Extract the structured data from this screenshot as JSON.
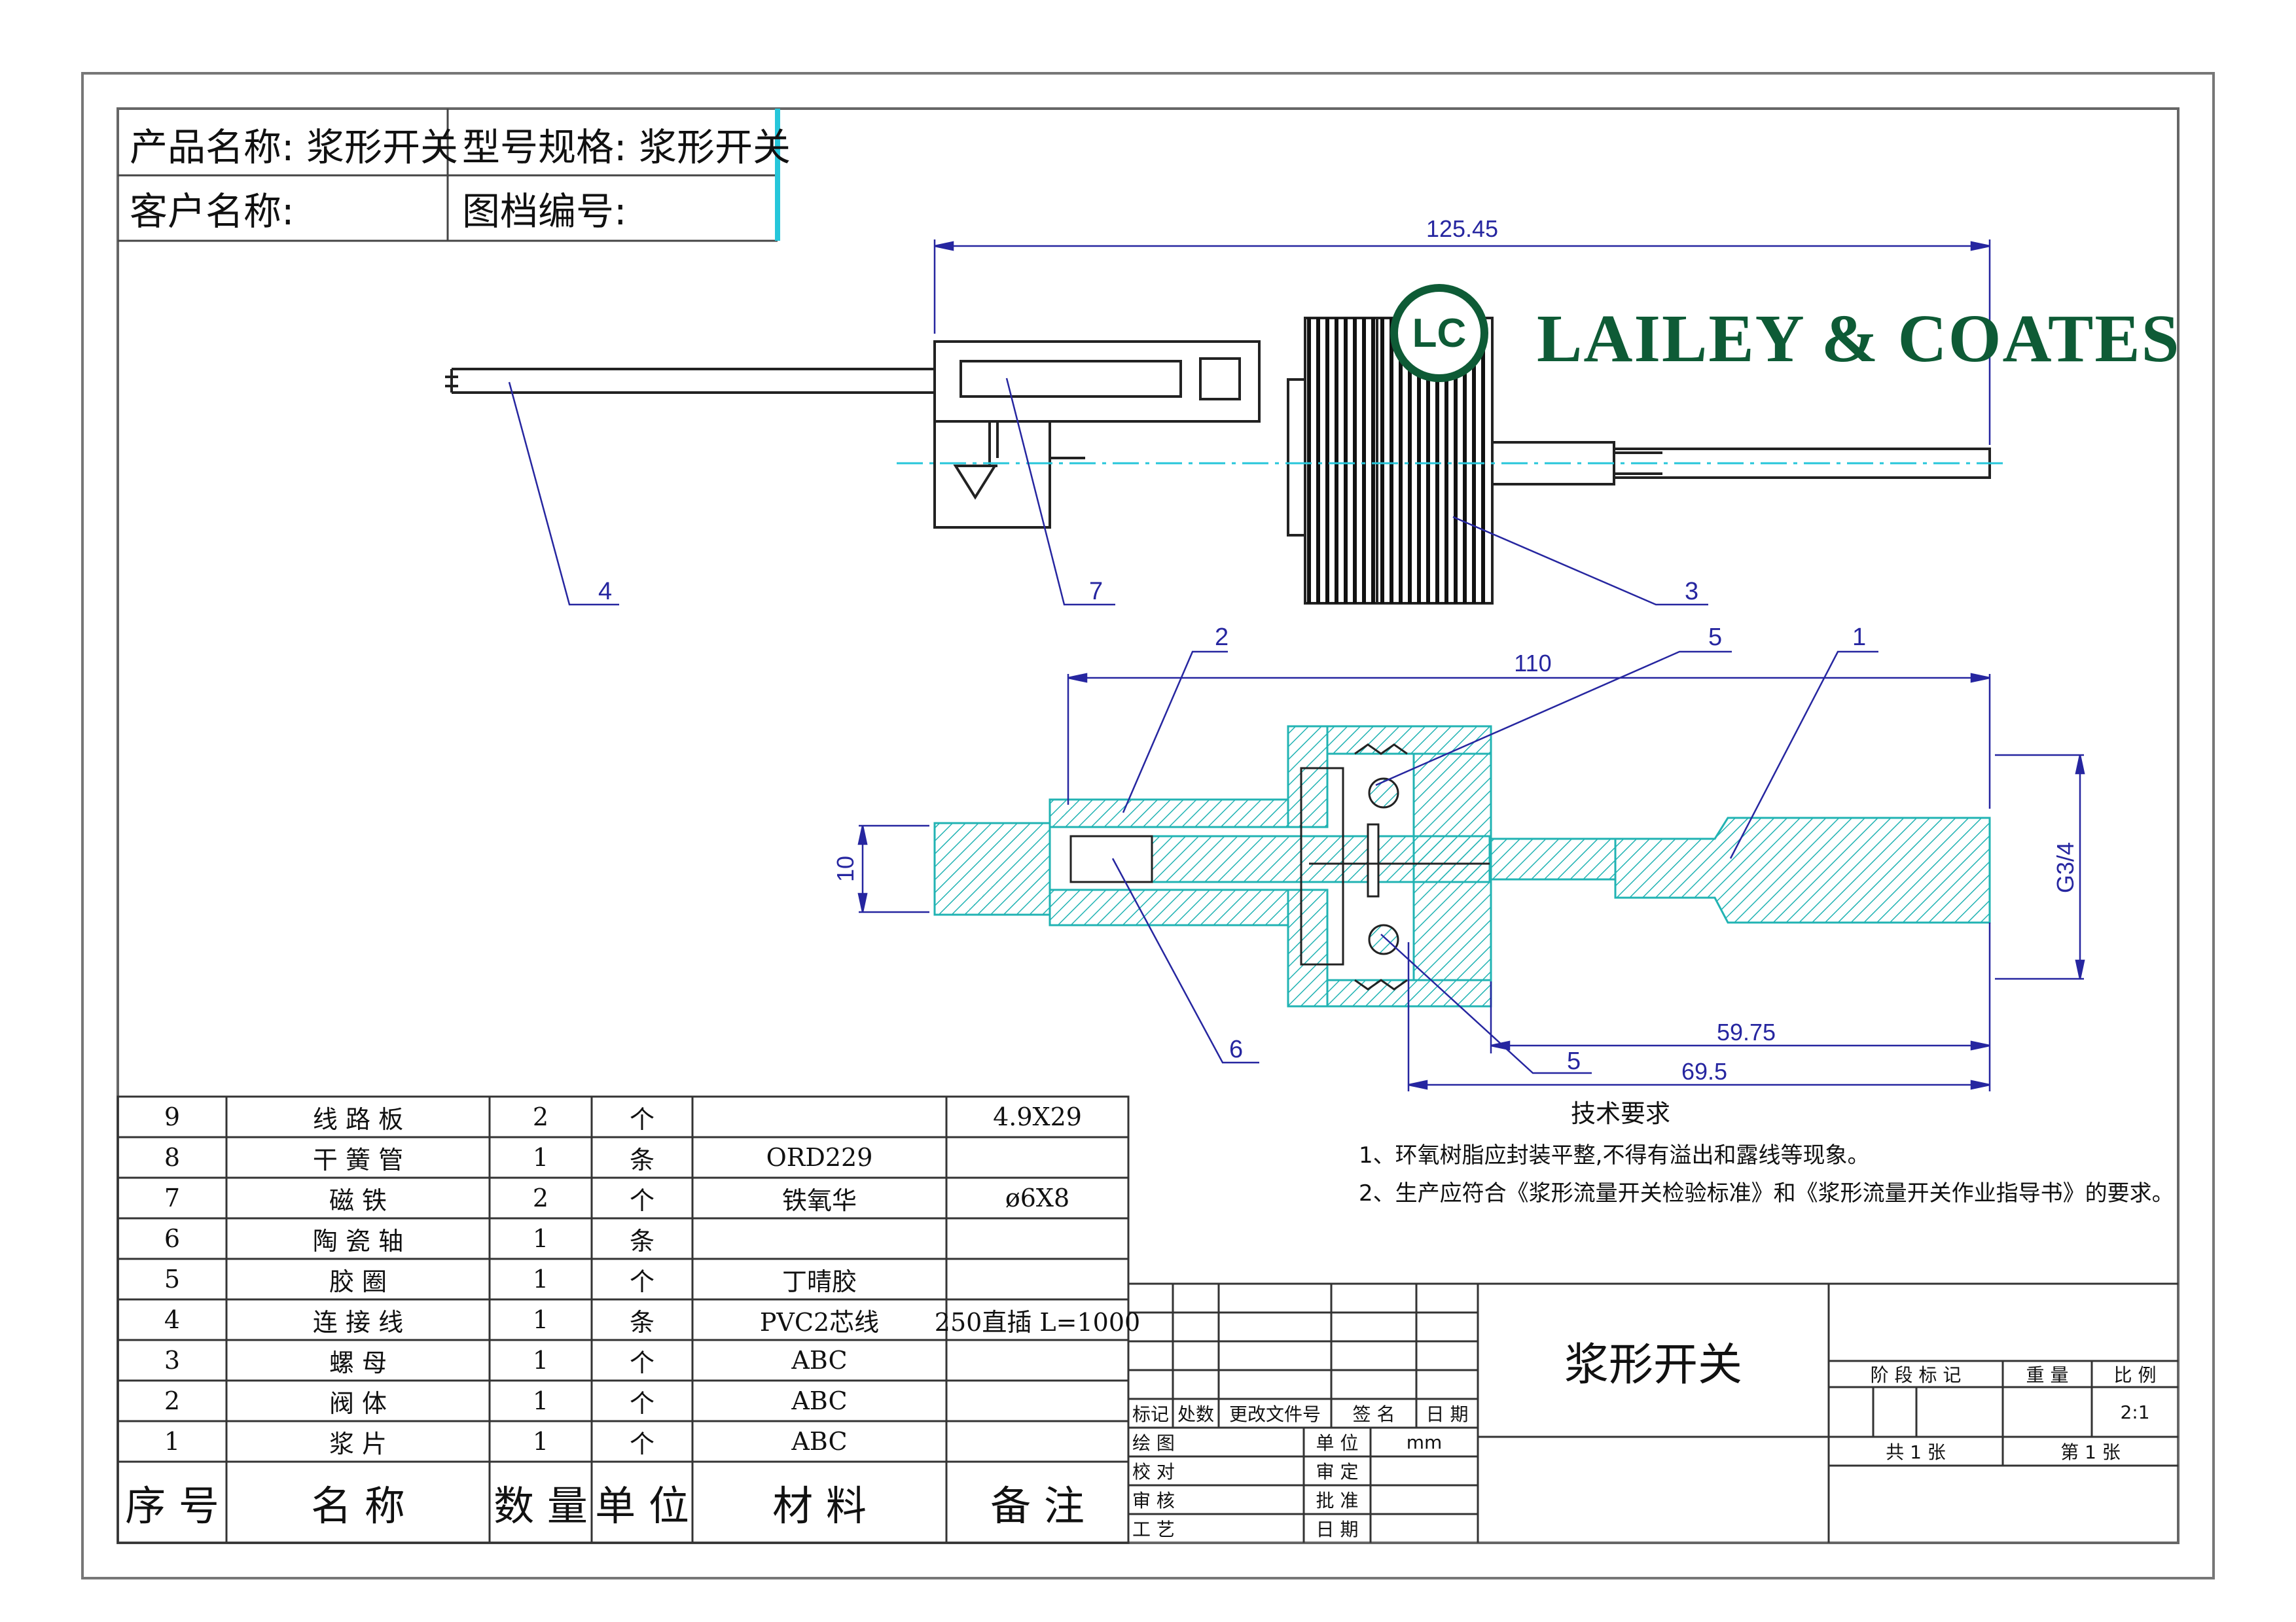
{
  "header": {
    "product_name": "产品名称:  浆形开关",
    "model_spec": "型号规格: 浆形开关",
    "customer_name": "客户名称:",
    "drawing_no": "图档编号:"
  },
  "logo": {
    "text": "LAILEY & COATES",
    "mark": "LC",
    "color": "#0e5b36"
  },
  "dimensions": {
    "overall_length": "125.45",
    "body_length": "110",
    "shaft_dia": "10",
    "thread": "G3/4",
    "paddle_length": "59.75",
    "thread_to_end": "69.5",
    "oring_ref": "5"
  },
  "callouts": {
    "top": [
      "4",
      "7",
      "3"
    ],
    "section": [
      "2",
      "5",
      "1",
      "6"
    ]
  },
  "tech_requirements": {
    "title": "技术要求",
    "items": [
      "1、环氧树脂应封装平整,不得有溢出和露线等现象。",
      "2、生产应符合《浆形流量开关检验标准》和《浆形流量开关作业指导书》的要求。"
    ]
  },
  "bom": {
    "rows": [
      {
        "no": "9",
        "name": "线 路 板",
        "qty": "2",
        "unit": "个",
        "material": "",
        "remark": "4.9X29"
      },
      {
        "no": "8",
        "name": "干 簧 管",
        "qty": "1",
        "unit": "条",
        "material": "ORD229",
        "remark": ""
      },
      {
        "no": "7",
        "name": "磁  铁",
        "qty": "2",
        "unit": "个",
        "material": "铁氧华",
        "remark": "ø6X8"
      },
      {
        "no": "6",
        "name": "陶 瓷 轴",
        "qty": "1",
        "unit": "条",
        "material": "",
        "remark": ""
      },
      {
        "no": "5",
        "name": "胶  圈",
        "qty": "1",
        "unit": "个",
        "material": "丁晴胶",
        "remark": ""
      },
      {
        "no": "4",
        "name": "连 接 线",
        "qty": "1",
        "unit": "条",
        "material": "PVC2芯线",
        "remark": "250直插 L=1000"
      },
      {
        "no": "3",
        "name": "螺  母",
        "qty": "1",
        "unit": "个",
        "material": "ABC",
        "remark": ""
      },
      {
        "no": "2",
        "name": "阀  体",
        "qty": "1",
        "unit": "个",
        "material": "ABC",
        "remark": ""
      },
      {
        "no": "1",
        "name": "浆  片",
        "qty": "1",
        "unit": "个",
        "material": "ABC",
        "remark": ""
      }
    ],
    "header": {
      "no": "序 号",
      "name": "名   称",
      "qty": "数 量",
      "unit": "单 位",
      "material": "材  料",
      "remark": "备  注"
    }
  },
  "title_block": {
    "revision_labels": {
      "mark": "标记",
      "count": "处数",
      "doc": "更改文件号",
      "sign": "签 名",
      "date": "日 期"
    },
    "sign_rows": [
      {
        "left": "绘 图",
        "right": "单 位",
        "value": "mm"
      },
      {
        "left": "校 对",
        "right": "审 定",
        "value": ""
      },
      {
        "left": "审 核",
        "right": "批 准",
        "value": ""
      },
      {
        "left": "工 艺",
        "right": "日 期",
        "value": ""
      }
    ],
    "title": "浆形开关",
    "stage_mark": "阶 段 标 记",
    "weight": "重 量",
    "scale_label": "比 例",
    "scale_value": "2:1",
    "sheets_total": "共 1 张",
    "sheet_no": "第 1 张"
  }
}
